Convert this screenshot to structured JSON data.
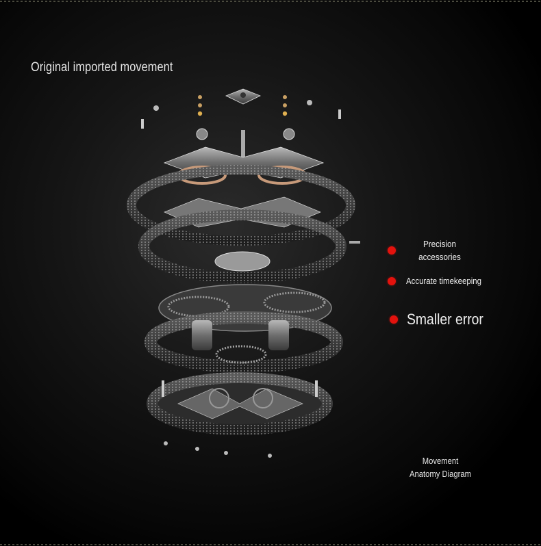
{
  "headline": "Original imported movement",
  "features": [
    {
      "label": "Precision accessories",
      "icon": "red-dot-icon"
    },
    {
      "label": "Accurate timekeeping",
      "icon": "red-dot-icon"
    },
    {
      "label": "Smaller error",
      "icon": "red-dot-icon"
    }
  ],
  "caption": "Movement Anatomy Diagram",
  "colors": {
    "background": "#000000",
    "accent_dot": "#e3120d",
    "text": "#e6e6e6",
    "metal": "#8a8a8a",
    "rose_gold": "#c79a7a"
  }
}
